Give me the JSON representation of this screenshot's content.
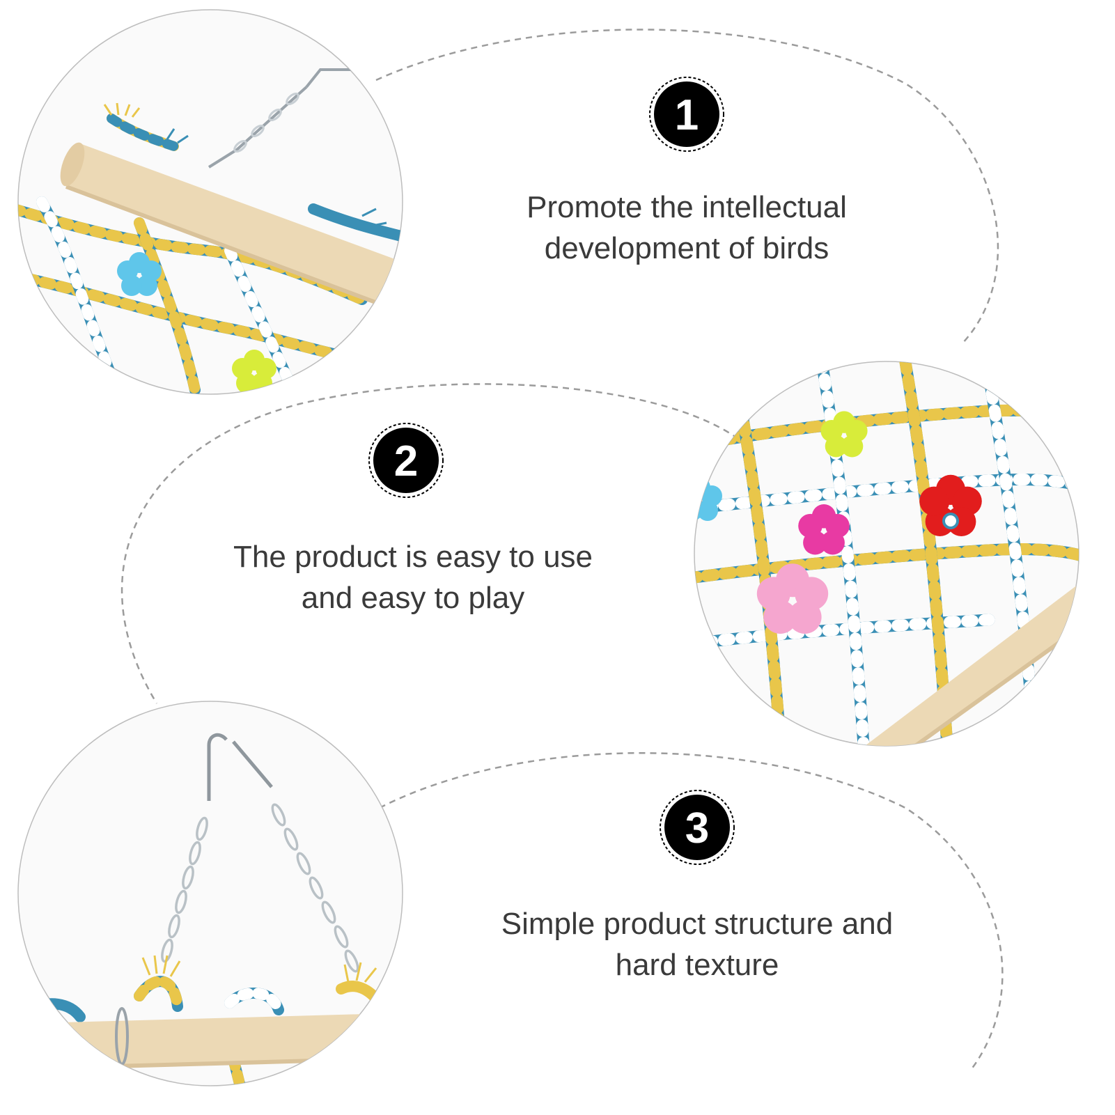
{
  "features": [
    {
      "number": "1",
      "line1": "Promote the intellectual",
      "line2": "development of birds"
    },
    {
      "number": "2",
      "line1": "The product is easy to use",
      "line2": "and easy to play"
    },
    {
      "number": "3",
      "line1": "Simple product structure and",
      "line2": "hard texture"
    }
  ],
  "colors": {
    "text": "#3a3a3a",
    "badge": "#000000",
    "rope_blue": "#3a8fb5",
    "rope_yellow": "#e9c64a",
    "wood": "#ecd9b5",
    "flower_red": "#e21d1d",
    "flower_pink": "#f5a6cf",
    "flower_magenta": "#e83aa3",
    "flower_lime": "#d8ec3a",
    "flower_cyan": "#5fc6ea"
  }
}
